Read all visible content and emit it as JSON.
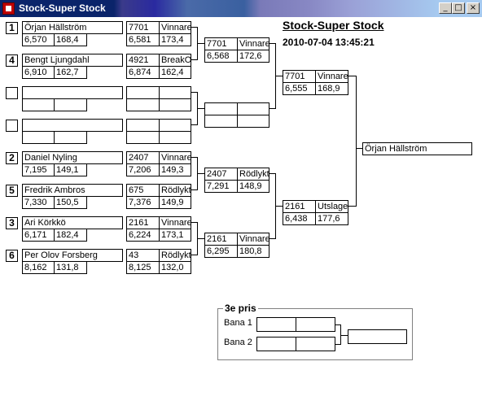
{
  "window": {
    "title": "Stock-Super Stock",
    "min_icon": "minimize-icon",
    "max_icon": "maximize-icon",
    "close_icon": "close-icon"
  },
  "header": {
    "title": "Stock-Super Stock",
    "datetime": "2010-07-04 13:45:21"
  },
  "round1": [
    {
      "seed": "1",
      "name": "Örjan Hällström",
      "score": "6,570",
      "speed": "168,4"
    },
    {
      "seed": "4",
      "name": "Bengt Ljungdahl",
      "score": "6,910",
      "speed": "162,7"
    },
    {
      "seed": "",
      "name": "",
      "score": "",
      "speed": ""
    },
    {
      "seed": "",
      "name": "",
      "score": "",
      "speed": ""
    },
    {
      "seed": "2",
      "name": "Daniel Nyling",
      "score": "7,195",
      "speed": "149,1"
    },
    {
      "seed": "5",
      "name": "Fredrik Ambros",
      "score": "7,330",
      "speed": "150,5"
    },
    {
      "seed": "3",
      "name": "Ari Körkkö",
      "score": "6,171",
      "speed": "182,4"
    },
    {
      "seed": "6",
      "name": "Per Olov Forsberg",
      "score": "8,162",
      "speed": "131,8"
    }
  ],
  "round2": [
    {
      "id": "7701",
      "result": "Vinnare",
      "score": "6,581",
      "speed": "173,4"
    },
    {
      "id": "4921",
      "result": "BreakOu",
      "score": "6,874",
      "speed": "162,4"
    },
    {
      "id": "",
      "result": "",
      "score": "",
      "speed": ""
    },
    {
      "id": "",
      "result": "",
      "score": "",
      "speed": ""
    },
    {
      "id": "2407",
      "result": "Vinnare",
      "score": "7,206",
      "speed": "149,3"
    },
    {
      "id": "675",
      "result": "Rödlyktä",
      "score": "7,376",
      "speed": "149,9"
    },
    {
      "id": "2161",
      "result": "Vinnare",
      "score": "6,224",
      "speed": "173,1"
    },
    {
      "id": "43",
      "result": "Rödlyktä",
      "score": "8,125",
      "speed": "132,0"
    }
  ],
  "round3": [
    {
      "id": "7701",
      "result": "Vinnare",
      "score": "6,568",
      "speed": "172,6"
    },
    {
      "id": "",
      "result": "",
      "score": "",
      "speed": ""
    },
    {
      "id": "2407",
      "result": "Rödlyktä",
      "score": "7,291",
      "speed": "148,9"
    },
    {
      "id": "2161",
      "result": "Vinnare",
      "score": "6,295",
      "speed": "180,8"
    }
  ],
  "semis": [
    {
      "id": "7701",
      "result": "Vinnare",
      "score": "6,555",
      "speed": "168,9"
    },
    {
      "id": "2161",
      "result": "Utslagen",
      "score": "6,438",
      "speed": "177,6"
    }
  ],
  "winner": {
    "name": "Örjan Hällström"
  },
  "third_place": {
    "title": "3e pris",
    "lane1": "Bana 1",
    "lane2": "Bana 2"
  }
}
